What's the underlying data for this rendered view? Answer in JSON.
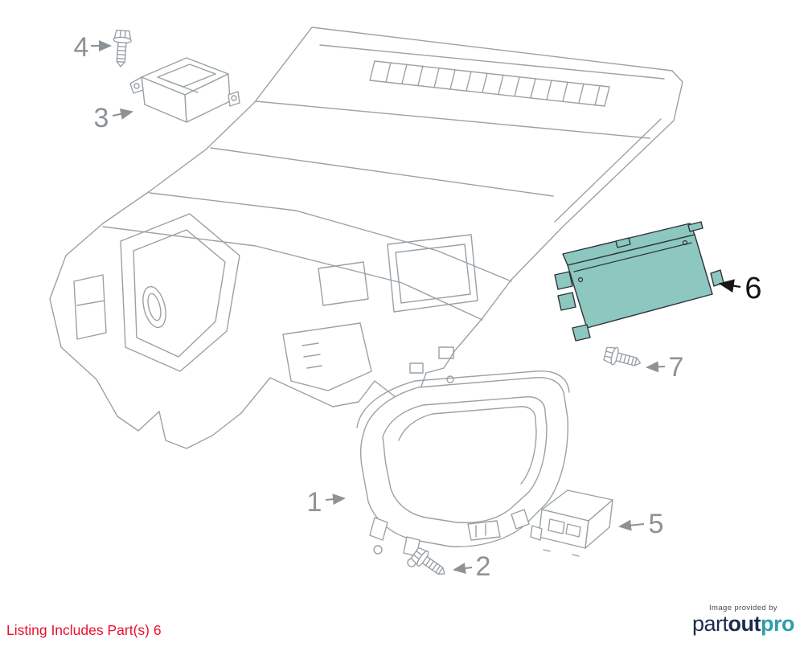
{
  "diagram": {
    "title": "instrument-panel-exploded-parts-diagram",
    "highlight_color": "#8cc7c0",
    "line_color": "#9aa1a6",
    "label_color": "#8d9296",
    "labels": [
      {
        "part": "1",
        "text": "1"
      },
      {
        "part": "2",
        "text": "2"
      },
      {
        "part": "3",
        "text": "3"
      },
      {
        "part": "4",
        "text": "4"
      },
      {
        "part": "5",
        "text": "5"
      },
      {
        "part": "6",
        "text": "6"
      },
      {
        "part": "7",
        "text": "7"
      }
    ],
    "highlighted_part": "6"
  },
  "footer": {
    "listing_text": "Listing Includes Part(s) 6",
    "listing_color": "#e8112d"
  },
  "branding": {
    "provided_by": "Image provided by",
    "logo_part": "part",
    "logo_out": "out",
    "logo_pro": "pro",
    "logo_navy": "#1d2b4f",
    "logo_teal": "#2e9cab"
  }
}
